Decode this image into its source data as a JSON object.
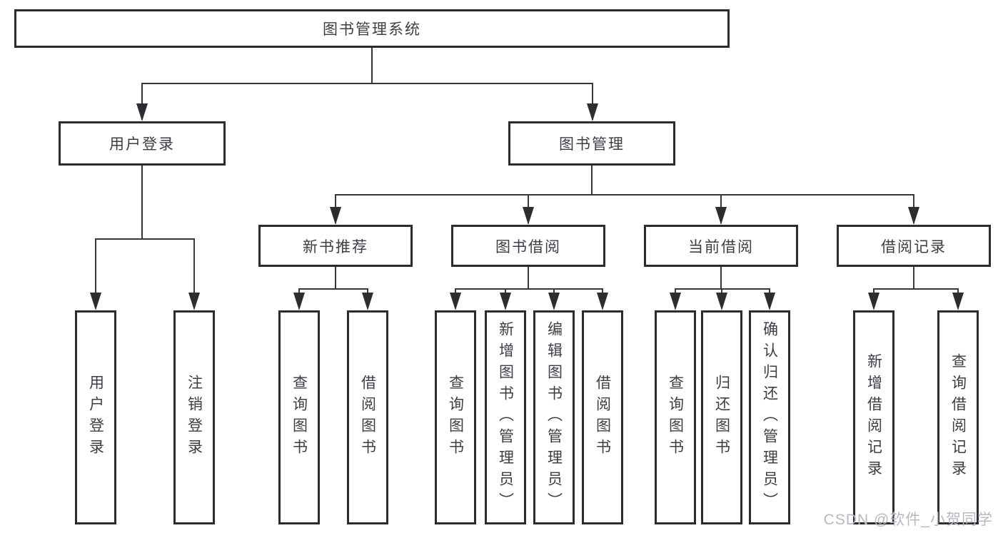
{
  "diagram": {
    "root": "图书管理系统",
    "branches": [
      {
        "label": "用户登录",
        "children": [
          "用户登录",
          "注销登录"
        ]
      },
      {
        "label": "图书管理",
        "groups": [
          {
            "label": "新书推荐",
            "children": [
              "查询图书",
              "借阅图书"
            ]
          },
          {
            "label": "图书借阅",
            "children": [
              "查询图书",
              "新增图书（管理员）",
              "编辑图书（管理员）",
              "借阅图书"
            ]
          },
          {
            "label": "当前借阅",
            "children": [
              "查询图书",
              "归还图书",
              "确认归还（管理员）"
            ]
          },
          {
            "label": "借阅记录",
            "children": [
              "新增借阅记录",
              "查询借阅记录"
            ]
          }
        ]
      }
    ]
  },
  "watermark": {
    "text": "CSDN @软件_小贺同学"
  },
  "colors": {
    "background": "#ffffff",
    "box_border": "#2b2c2e",
    "connector": "#35373b",
    "node_text": "#3b3e44",
    "watermark_text": "#b6bac0"
  }
}
